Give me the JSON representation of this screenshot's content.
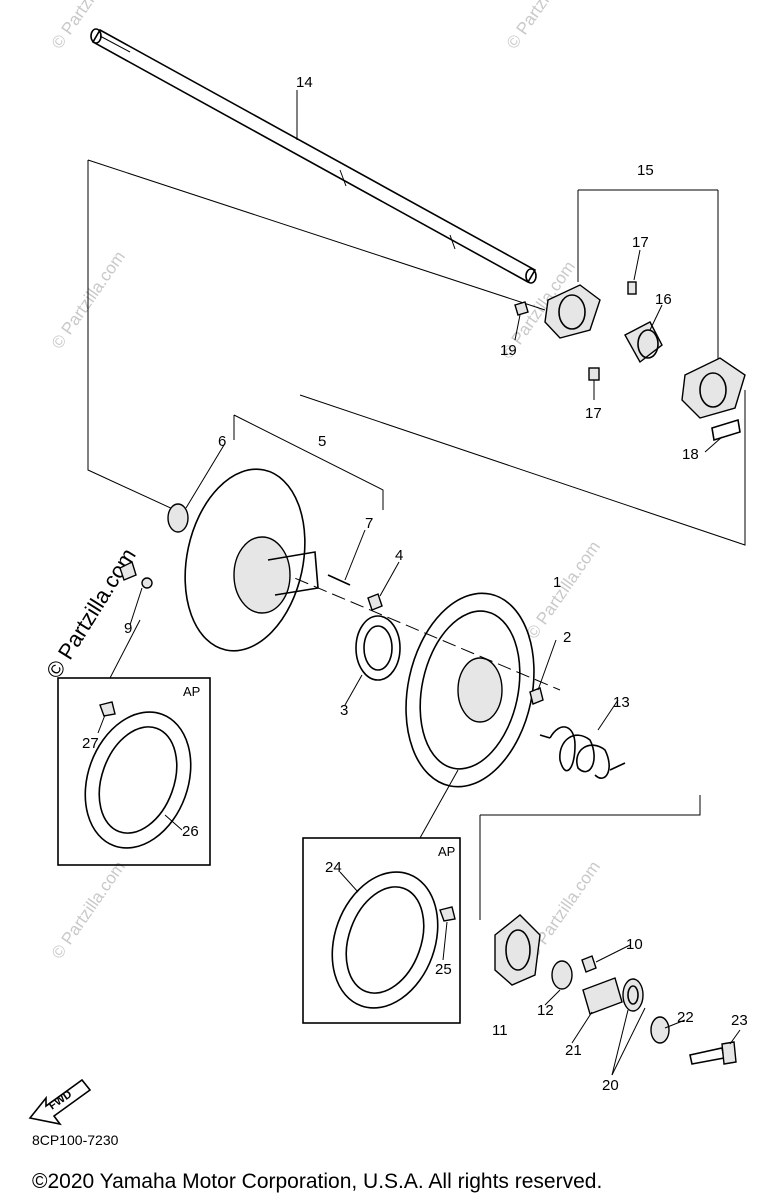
{
  "diagram": {
    "callouts": [
      "1",
      "2",
      "3",
      "4",
      "5",
      "6",
      "7",
      "9",
      "10",
      "11",
      "12",
      "13",
      "14",
      "15",
      "16",
      "17",
      "17",
      "18",
      "19",
      "20",
      "21",
      "22",
      "23",
      "24",
      "25",
      "26",
      "27"
    ],
    "inset_labels": [
      "AP",
      "AP"
    ],
    "watermark": "© Partzilla.com",
    "fwd_label": "FWD",
    "diagram_code": "8CP100-7230"
  },
  "footer": {
    "copyright": "©2020 Yamaha Motor Corporation, U.S.A. All rights reserved."
  }
}
